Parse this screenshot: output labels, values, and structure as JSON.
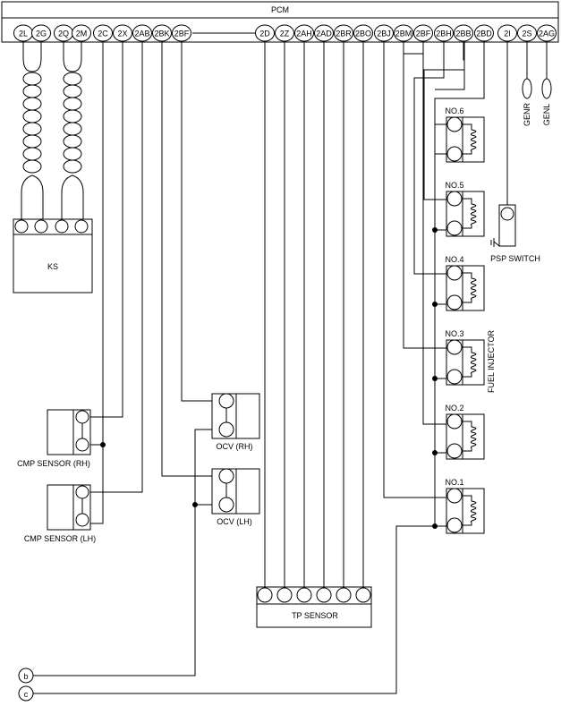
{
  "pcm": {
    "title": "PCM",
    "pins": [
      "2L",
      "2G",
      "2Q",
      "2M",
      "2C",
      "2X",
      "2AB",
      "2BK",
      "2BF",
      "2D",
      "2Z",
      "2AH",
      "2AD",
      "2BR",
      "2BO",
      "2BJ",
      "2BM",
      "2BF",
      "2BH",
      "2BB",
      "2BD",
      "2I",
      "2S",
      "2AG"
    ]
  },
  "components": {
    "ks": "KS",
    "cmp_rh": "CMP SENSOR (RH)",
    "cmp_lh": "CMP SENSOR (LH)",
    "ocv_rh": "OCV (RH)",
    "ocv_lh": "OCV (LH)",
    "tp_sensor": "TP SENSOR",
    "psp_switch": "PSP SWITCH",
    "fuel_injector": "FUEL INJECTOR",
    "genr": "GENR",
    "genl": "GENL",
    "injectors": [
      "NO.6",
      "NO.5",
      "NO.4",
      "NO.3",
      "NO.2",
      "NO.1"
    ]
  },
  "connectors": {
    "b": "b",
    "c": "c"
  }
}
